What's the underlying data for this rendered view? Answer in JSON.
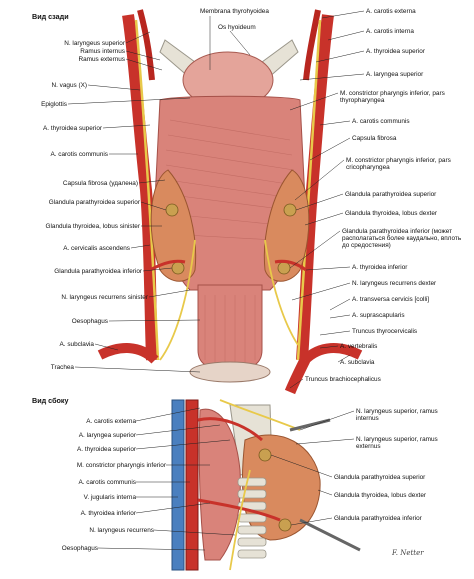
{
  "headers": {
    "top": "Вид сзади",
    "bottom": "Вид сбоку"
  },
  "top_labels": [
    {
      "text": "Membrana thyrohyoidea"
    },
    {
      "text": "Os hyoideum"
    },
    {
      "text": "A. carotis externa"
    },
    {
      "text": "A. carotis interna"
    },
    {
      "text": "A. thyroidea superior"
    },
    {
      "text": "A. laryngea superior"
    },
    {
      "text": "N. laryngeus superior"
    },
    {
      "text": "Ramus internus"
    },
    {
      "text": "Ramus externus"
    },
    {
      "text": "N. vagus (X)"
    },
    {
      "text": "Epiglottis"
    },
    {
      "text": "A. thyroidea superior"
    },
    {
      "text": "A. carotis communis"
    },
    {
      "text": "Capsula fibrosa (удалена)"
    },
    {
      "text": "Glandula parathyroidea superior"
    },
    {
      "text": "Glandula thyroidea, lobus sinister"
    },
    {
      "text": "A. cervicalis ascendens"
    },
    {
      "text": "Glandula parathyroidea inferior"
    },
    {
      "text": "N. laryngeus recurrens sinister"
    },
    {
      "text": "Oesophagus"
    },
    {
      "text": "A. subclavia"
    },
    {
      "text": "Trachea"
    },
    {
      "text": "M. constrictor pharyngis inferior, pars thyropharyngea"
    },
    {
      "text": "A. carotis communis"
    },
    {
      "text": "Capsula fibrosa"
    },
    {
      "text": "M. constrictor pharyngis inferior, pars cricopharyngea"
    },
    {
      "text": "Glandula parathyroidea superior"
    },
    {
      "text": "Glandula thyroidea, lobus dexter"
    },
    {
      "text": "Glandula parathyroidea inferior (может располагаться более каудально, вплоть до средостения)"
    },
    {
      "text": "A. thyroidea inferior"
    },
    {
      "text": "N. laryngeus recurrens dexter"
    },
    {
      "text": "A. transversa cervicis [colli]"
    },
    {
      "text": "A. suprascapularis"
    },
    {
      "text": "Truncus thyrocervicalis"
    },
    {
      "text": "A. vertebralis"
    },
    {
      "text": "A. subclavia"
    },
    {
      "text": "Truncus brachiocephalicus"
    }
  ],
  "bottom_labels": [
    {
      "text": "A. carotis externa"
    },
    {
      "text": "A. laryngea superior"
    },
    {
      "text": "A. thyroidea superior"
    },
    {
      "text": "M. constrictor pharyngis inferior"
    },
    {
      "text": "A. carotis communis"
    },
    {
      "text": "V. jugularis interna"
    },
    {
      "text": "A. thyroidea inferior"
    },
    {
      "text": "N. laryngeus recurrens"
    },
    {
      "text": "Oesophagus"
    },
    {
      "text": "N. laryngeus superior, ramus internus"
    },
    {
      "text": "N. laryngeus superior, ramus externus"
    },
    {
      "text": "Glandula parathyroidea superior"
    },
    {
      "text": "Glandula thyroidea, lobus dexter"
    },
    {
      "text": "Glandula parathyroidea inferior"
    }
  ],
  "signature": "F. Netter",
  "colors": {
    "artery": "#c8322a",
    "muscle": "#d9837a",
    "gland": "#d98a5e",
    "nerve": "#e8c94a",
    "vein": "#4a7fbf",
    "bone": "#e6e2d6",
    "leader": "#222222"
  }
}
